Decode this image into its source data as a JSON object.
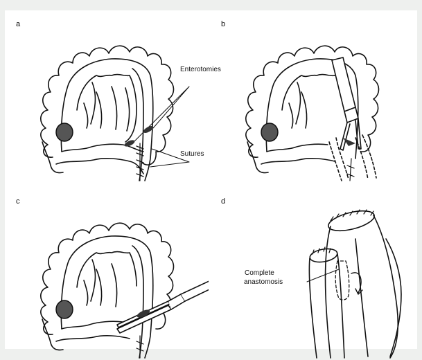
{
  "panels": {
    "a": {
      "letter": "a"
    },
    "b": {
      "letter": "b"
    },
    "c": {
      "letter": "c"
    },
    "d": {
      "letter": "d"
    }
  },
  "labels": {
    "enterotomies": "Enterotomies",
    "sutures": "Sutures",
    "complete_line1": "Complete",
    "complete_line2": "anastomosis"
  }
}
